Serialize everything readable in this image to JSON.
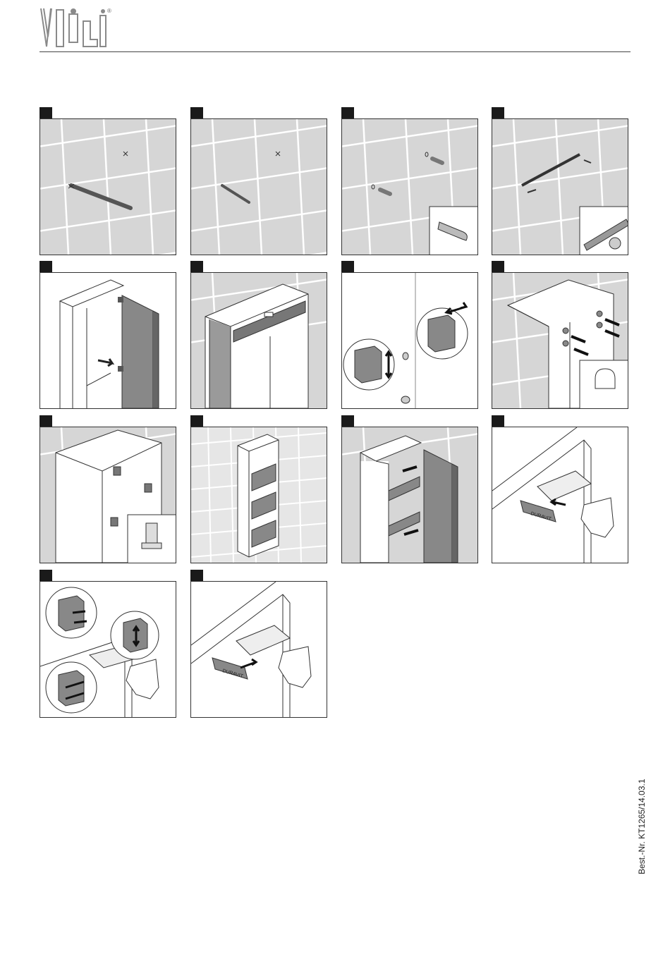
{
  "document": {
    "order_code": "Best.-Nr. KT1265/14.03.1",
    "brand_text": "DURAVIT",
    "logo_mark": "®"
  },
  "steps": [
    {
      "id": 1,
      "icon": "drill-icon",
      "scene": "tile-wall"
    },
    {
      "id": 2,
      "icon": "drill-bit-icon",
      "scene": "tile-wall"
    },
    {
      "id": 3,
      "icon": "wall-plug-icon",
      "scene": "tile-wall"
    },
    {
      "id": 4,
      "icon": "mounting-rail-icon",
      "scene": "tile-wall"
    },
    {
      "id": 5,
      "icon": "cabinet-door-icon",
      "scene": "cabinet"
    },
    {
      "id": 6,
      "icon": "spirit-level-icon",
      "scene": "cabinet"
    },
    {
      "id": 7,
      "icon": "adjust-arrow-icon",
      "scene": "wall"
    },
    {
      "id": 8,
      "icon": "shelf-pin-icon",
      "scene": "cabinet"
    },
    {
      "id": 9,
      "icon": "hinge-bracket-icon",
      "scene": "cabinet"
    },
    {
      "id": 10,
      "icon": "shelves-icon",
      "scene": "cabinet"
    },
    {
      "id": 11,
      "icon": "door-mount-icon",
      "scene": "cabinet"
    },
    {
      "id": 12,
      "icon": "hinge-cover-icon",
      "scene": "hinge"
    },
    {
      "id": 13,
      "icon": "hinge-adjust-icon",
      "scene": "hinge"
    },
    {
      "id": 14,
      "icon": "hinge-cover-icon",
      "scene": "hinge"
    }
  ]
}
